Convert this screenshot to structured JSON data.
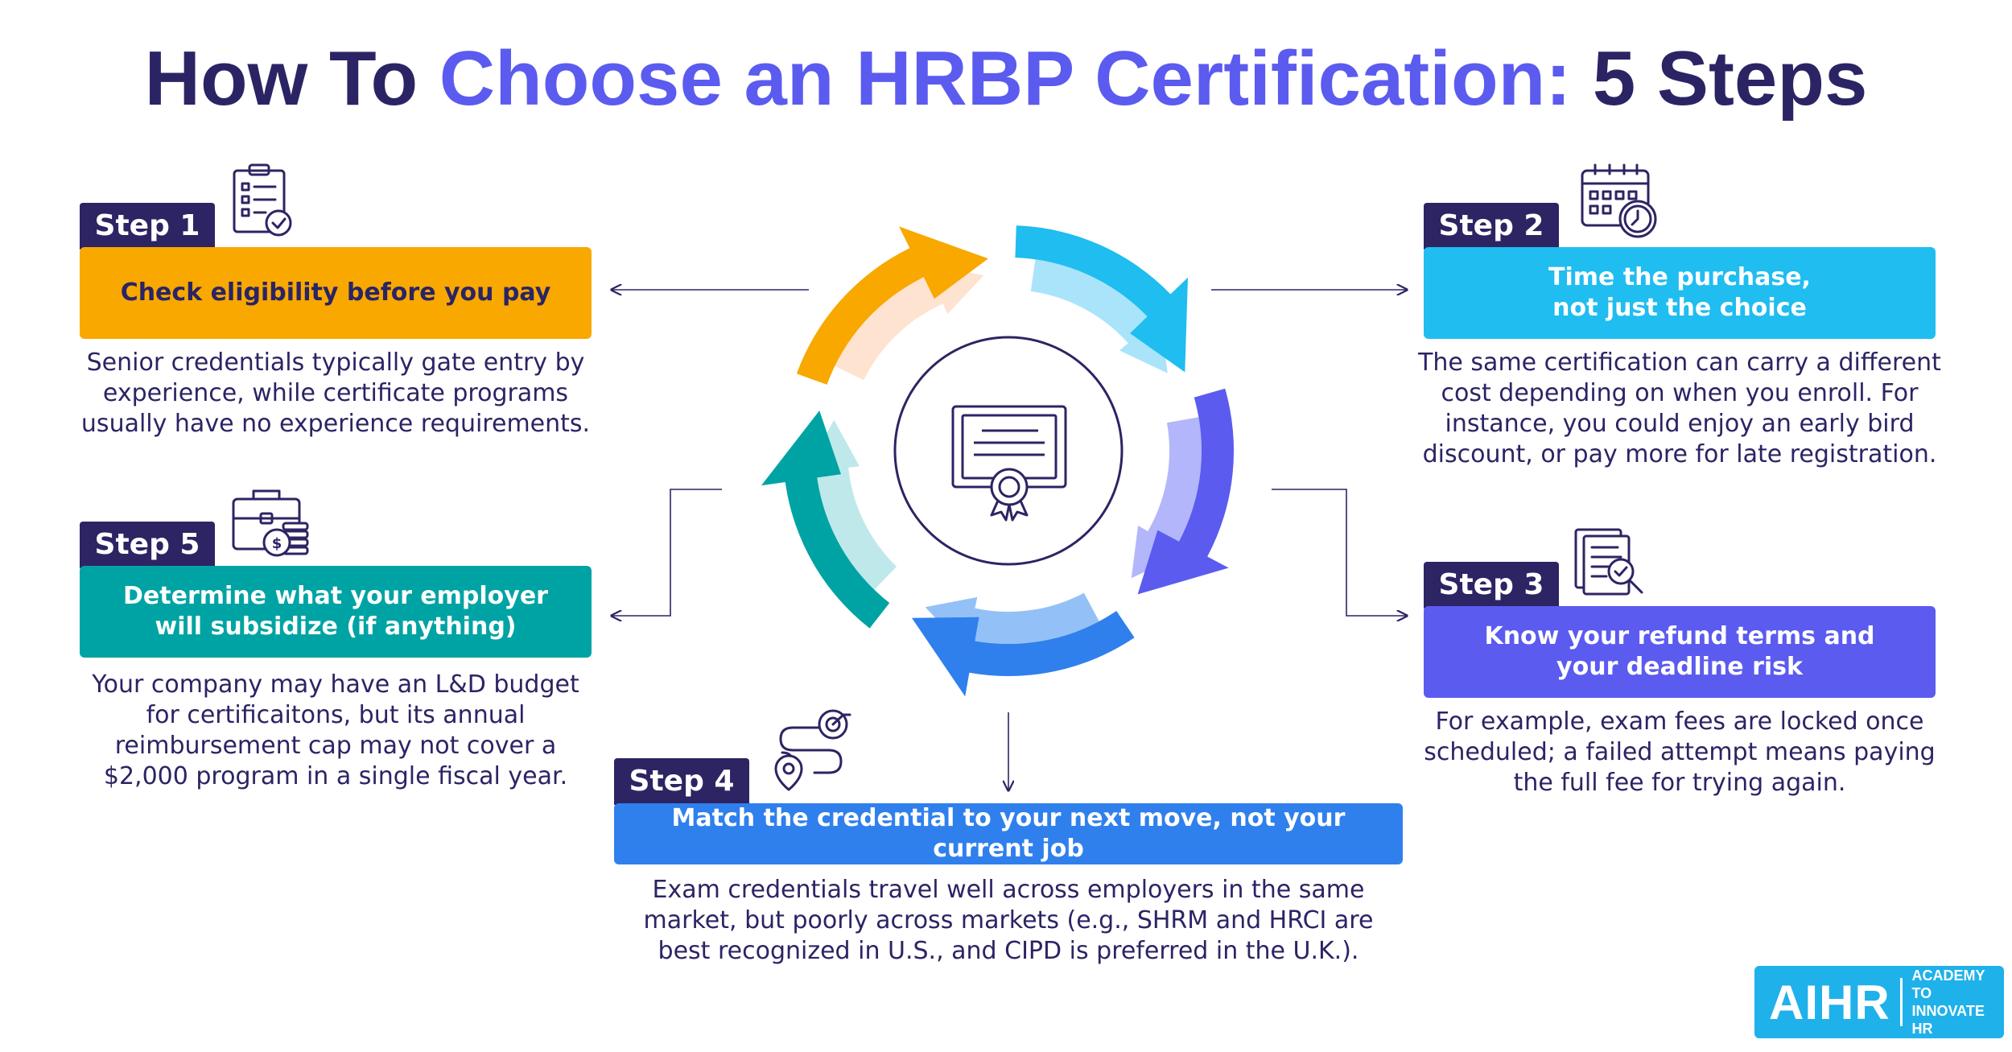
{
  "title": {
    "part1": "How To ",
    "part2": "Choose an HRBP Certification:",
    "part3": " 5 Steps"
  },
  "colors": {
    "navy": "#2d2463",
    "step1": "#f9a800",
    "step2": "#1fbdf0",
    "step3": "#5b5bf0",
    "step4": "#2f80ed",
    "step5": "#00a3a3"
  },
  "steps": [
    {
      "tag": "Step 1",
      "heading": "Check eligibility before you pay",
      "description": "Senior credentials typically gate entry by experience, while certificate programs usually have no experience requirements.",
      "icon": "checklist-icon"
    },
    {
      "tag": "Step 2",
      "heading": "Time the purchase, not just the choice",
      "description": "The same certification can carry a different cost depending on when you enroll. For instance, you could enjoy an early bird discount, or pay more for late registration.",
      "icon": "calendar-clock-icon"
    },
    {
      "tag": "Step 3",
      "heading": "Know your refund terms and your deadline risk",
      "description": "For example, exam fees are locked once scheduled; a failed attempt means paying the full fee for trying again.",
      "icon": "document-search-icon"
    },
    {
      "tag": "Step 4",
      "heading": "Match the credential to your next move, not your current job",
      "description": "Exam credentials travel well across employers in the same market, but poorly across markets (e.g., SHRM and HRCI are best recognized in U.S., and CIPD is preferred in the U.K.).",
      "icon": "route-target-icon"
    },
    {
      "tag": "Step 5",
      "heading": "Determine what your employer will subsidize (if anything)",
      "description": "Your company may have an L&D budget for certificaitons, but its annual reimbursement cap may not cover a $2,000 program in a single fiscal year.",
      "icon": "briefcase-money-icon"
    }
  ],
  "center_icon": "certificate-icon",
  "logo": {
    "mark": "AIHR",
    "line1": "ACADEMY TO",
    "line2": "INNOVATE HR"
  }
}
